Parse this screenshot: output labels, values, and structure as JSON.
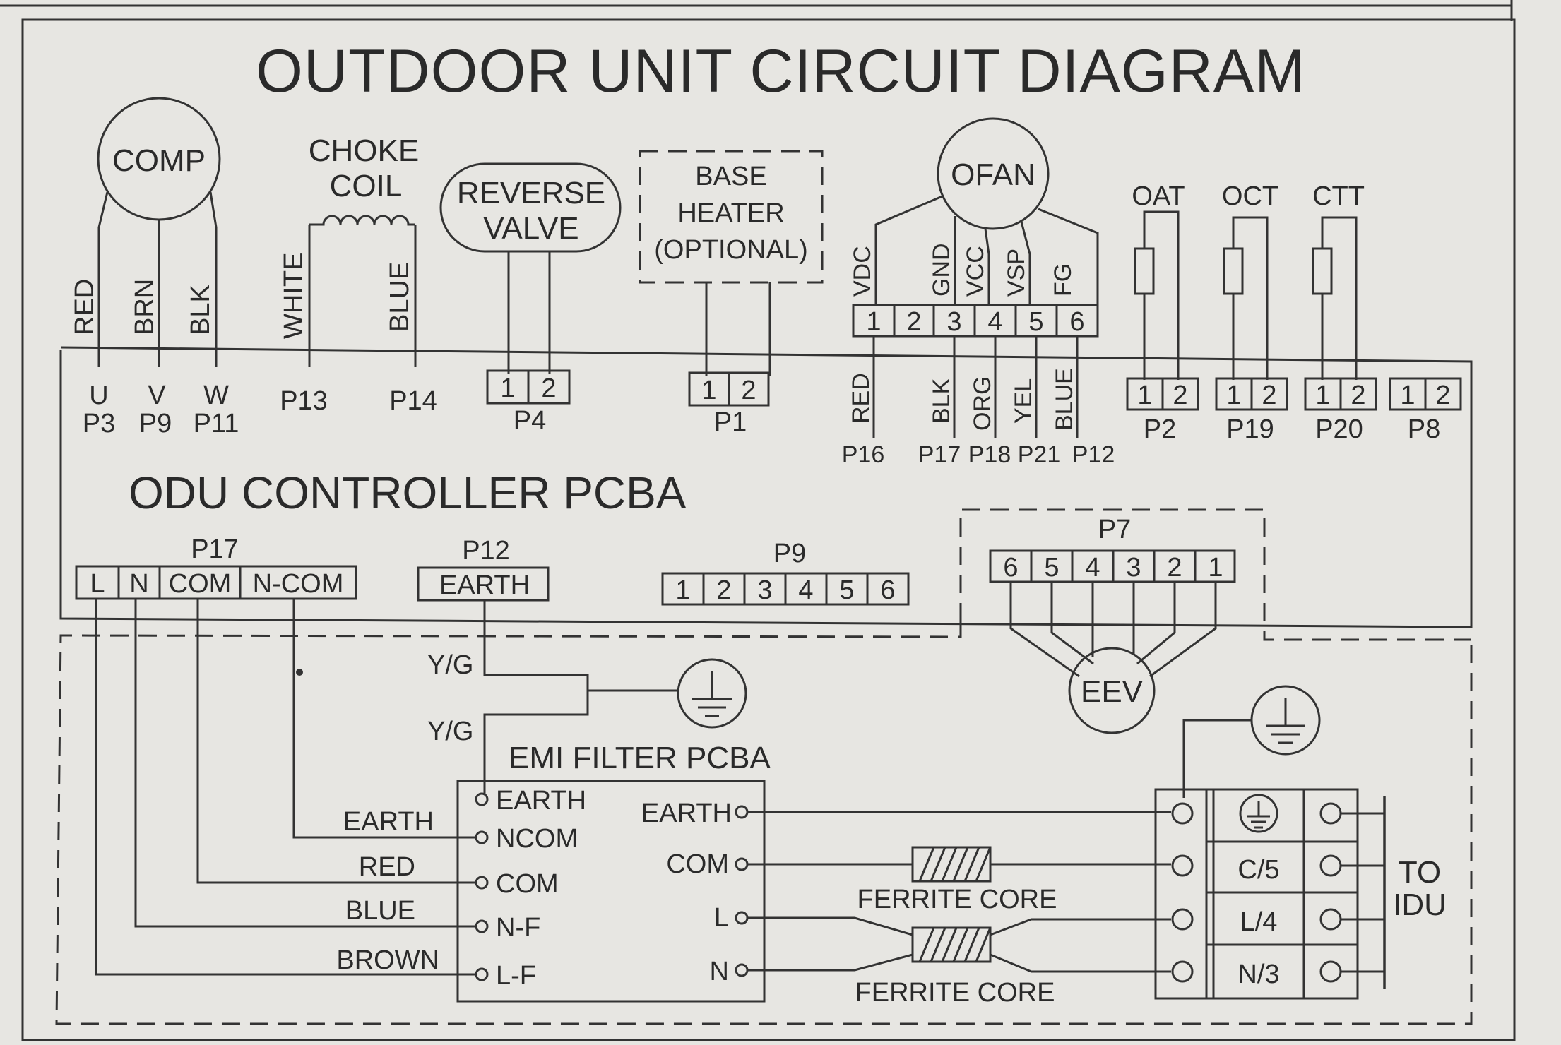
{
  "diagram": {
    "title": "OUTDOOR UNIT CIRCUIT DIAGRAM",
    "pcb_label": "ODU CONTROLLER PCBA",
    "emi_label": "EMI FILTER PCBA",
    "comp": {
      "label": "COMP",
      "wires": [
        "RED",
        "BRN",
        "BLK"
      ],
      "pins": [
        "U",
        "V",
        "W"
      ],
      "ports": [
        "P3",
        "P9",
        "P11"
      ]
    },
    "choke": {
      "line1": "CHOKE",
      "line2": "COIL",
      "wires": [
        "WHITE",
        "BLUE"
      ],
      "ports": [
        "P13",
        "P14"
      ]
    },
    "reverse_valve": {
      "line1": "REVERSE",
      "line2": "VALVE",
      "port": "P4"
    },
    "base_heater": {
      "line1": "BASE",
      "line2": "HEATER",
      "line3": "(OPTIONAL)",
      "port": "P1"
    },
    "ofan": {
      "label": "OFAN",
      "pins": [
        "VDC",
        "GND",
        "VCC",
        "VSP",
        "FG"
      ],
      "terminals": [
        "1",
        "2",
        "3",
        "4",
        "5",
        "6"
      ],
      "wires": [
        "RED",
        "BLK",
        "ORG",
        "YEL",
        "BLUE"
      ],
      "ports": [
        "P16",
        "P17",
        "P18",
        "P21",
        "P12"
      ]
    },
    "sensors": [
      {
        "name": "OAT",
        "port": "P2"
      },
      {
        "name": "OCT",
        "port": "P19"
      },
      {
        "name": "CTT",
        "port": "P20"
      },
      {
        "name": "",
        "port": "P8"
      }
    ],
    "two_pin": [
      "1",
      "2"
    ],
    "p17": {
      "port": "P17",
      "cells": [
        "L",
        "N",
        "COM",
        "N-COM"
      ]
    },
    "p12": {
      "port": "P12",
      "cell": "EARTH"
    },
    "p9": {
      "port": "P9",
      "cells": [
        "1",
        "2",
        "3",
        "4",
        "5",
        "6"
      ]
    },
    "p7": {
      "port": "P7",
      "cells": [
        "6",
        "5",
        "4",
        "3",
        "2",
        "1"
      ]
    },
    "eev": {
      "label": "EEV"
    },
    "yg": [
      "Y/G",
      "Y/G"
    ],
    "emi_left_wires": [
      "EARTH",
      "RED",
      "BLUE",
      "BROWN"
    ],
    "emi_left_terms": [
      "EARTH",
      "NCOM",
      "COM",
      "N-F",
      "L-F"
    ],
    "emi_right_terms": [
      "EARTH",
      "COM",
      "L",
      "N"
    ],
    "ferrite": [
      "FERRITE CORE",
      "FERRITE CORE"
    ],
    "terminal_block": [
      "C/5",
      "L/4",
      "N/3"
    ],
    "to_idu": {
      "line1": "TO",
      "line2": "IDU"
    }
  }
}
